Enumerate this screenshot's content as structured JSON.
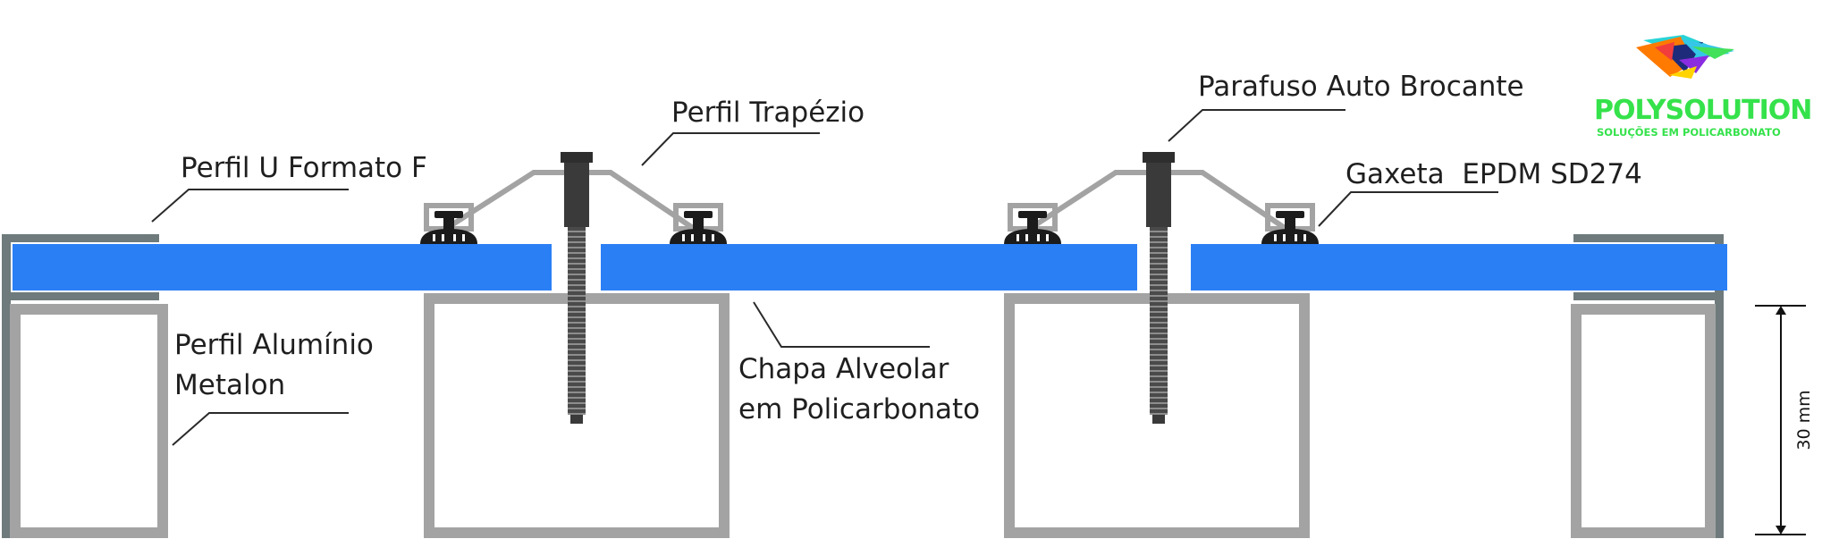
{
  "labels": {
    "perfil_u": "Perfil U Formato F",
    "perfil_trapezio": "Perfil Trapézio",
    "parafuso": "Parafuso Auto Brocante",
    "gaxeta": "Gaxeta  EPDM SD274",
    "perfil_aluminio_1": "Perfil Alumínio",
    "perfil_aluminio_2": "Metalon",
    "chapa_1": "Chapa Alveolar",
    "chapa_2": "em Policarbonato",
    "dimension": "30 mm"
  },
  "logo": {
    "name": "POLYSOLUTION",
    "tagline": "SOLUÇÕES EM POLICARBONATO"
  },
  "colors": {
    "sheet": "#2b7ff5",
    "profile": "#a3a3a3",
    "f_profile": "#6e7a7b",
    "bolt": "#3a3a3a",
    "gasket": "#1b1b1b",
    "brand_green": "#35e24b"
  }
}
